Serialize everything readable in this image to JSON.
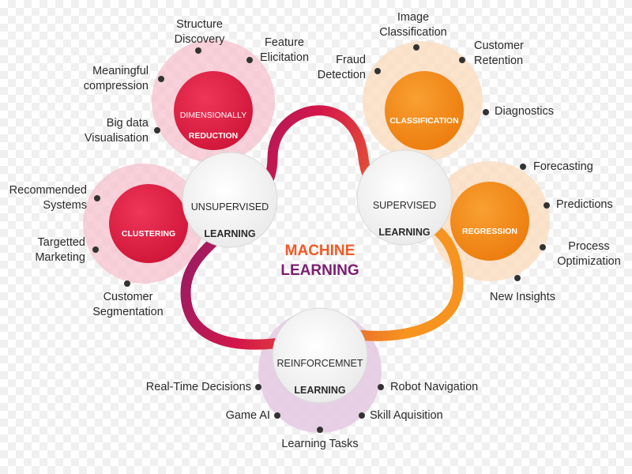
{
  "title": {
    "line1": "MACHINE",
    "line2": "LEARNING"
  },
  "hubs": {
    "unsupervised": {
      "line1": "UNSUPERVISED",
      "line2": "LEARNING"
    },
    "supervised": {
      "line1": "SUPERVISED",
      "line2": "LEARNING"
    },
    "reinforcement": {
      "line1": "REINFORCEMNET",
      "line2": "LEARNING"
    }
  },
  "categories": {
    "dimensionality_reduction": {
      "line1": "DIMENSIONALLY",
      "line2": "REDUCTION"
    },
    "clustering": {
      "label": "CLUSTERING"
    },
    "classification": {
      "label": "CLASSIFICATION"
    },
    "regression": {
      "label": "REGRESSION"
    }
  },
  "labels": {
    "structure_discovery": "Structure\nDiscovery",
    "feature_elicitation": "Feature\nElicitation",
    "meaningful_compression": "Meaningful\ncompression",
    "big_data_visualisation": "Big data\nVisualisation",
    "recommended_systems": "Recommended\nSystems",
    "targetted_marketing": "Targetted\nMarketing",
    "customer_segmentation": "Customer\nSegmentation",
    "image_classification": "Image\nClassification",
    "customer_retention": "Customer\nRetention",
    "fraud_detection": "Fraud\nDetection",
    "diagnostics": "Diagnostics",
    "forecasting": "Forecasting",
    "predictions": "Predictions",
    "process_optimization": "Process\nOptimization",
    "new_insights": "New Insights",
    "real_time_decisions": "Real-Time Decisions",
    "robot_navigation": "Robot Navigation",
    "game_ai": "Game AI",
    "skill_aquisition": "Skill Aquisition",
    "learning_tasks": "Learning Tasks"
  },
  "colors": {
    "crimson": "#e01e44",
    "orange": "#f28a16",
    "purple": "#7a1f70",
    "halo_pink": "#f7c6d0",
    "halo_peach": "#fbe0c4",
    "halo_lilac": "#e6cde4",
    "dot": "#333333"
  }
}
